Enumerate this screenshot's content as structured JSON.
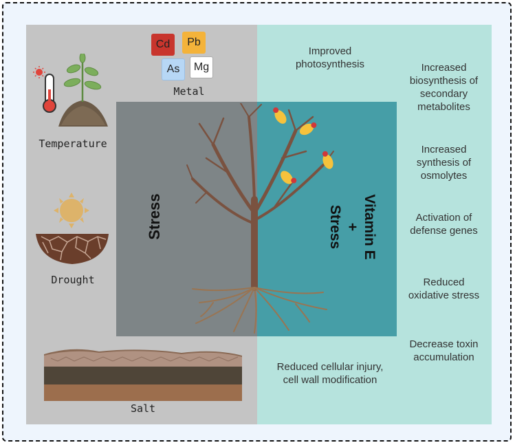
{
  "left": {
    "metal_label": "Metal",
    "metals": [
      "Cd",
      "Pb",
      "As",
      "Mg"
    ],
    "temperature_label": "Temperature",
    "drought_label": "Drought",
    "salt_label": "Salt",
    "stress_label": "Stress"
  },
  "center_right": {
    "line1": "Vitamin E",
    "line2": "+",
    "line3": "Stress"
  },
  "right": {
    "improved_photosynthesis": [
      "Improved",
      "photosynthesis"
    ],
    "secondary_metabolites": [
      "Increased",
      "biosynthesis of",
      "secondary",
      "metabolites"
    ],
    "osmolytes": [
      "Increased",
      "synthesis of",
      "osmolytes"
    ],
    "defense_genes": [
      "Activation of",
      "defense genes"
    ],
    "oxidative_stress": [
      "Reduced",
      "oxidative stress"
    ],
    "toxin": [
      "Decrease toxin",
      "accumulation"
    ],
    "cellular_injury": [
      "Reduced cellular injury,",
      "cell wall modification"
    ]
  },
  "colors": {
    "cd": "#c8352d",
    "pb": "#f4b33a",
    "as": "#b7d7f5",
    "mg": "#ffffff",
    "left_bg": "#c4c4c4",
    "right_bg": "#b6e3dd",
    "stress_box": "#7e8587",
    "vite_box": "#469ea7"
  }
}
